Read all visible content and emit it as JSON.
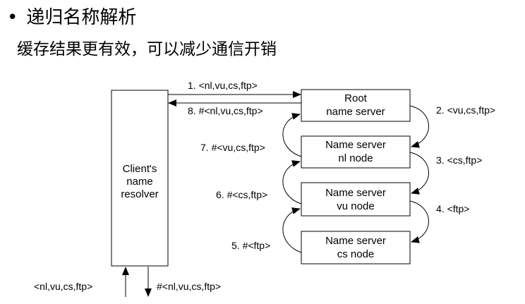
{
  "heading": {
    "bullet": "•",
    "title": "递归名称解析"
  },
  "subtitle": "缓存结果更有效，可以减少通信开销",
  "diagram": {
    "client": {
      "line1": "Client's",
      "line2": "name",
      "line3": "resolver"
    },
    "servers": [
      {
        "line1": "Root",
        "line2": "name server"
      },
      {
        "line1": "Name server",
        "line2": "nl node"
      },
      {
        "line1": "Name server",
        "line2": "vu node"
      },
      {
        "line1": "Name server",
        "line2": "cs node"
      }
    ],
    "labels": {
      "step1": "1. <nl,vu,cs,ftp>",
      "step2": "2. <vu,cs,ftp>",
      "step3": "3. <cs,ftp>",
      "step4": "4. <ftp>",
      "step5": "5. #<ftp>",
      "step6": "6. #<cs,ftp>",
      "step7": "7. #<vu,cs,ftp>",
      "step8": "8. #<nl,vu,cs,ftp>",
      "input": "<nl,vu,cs,ftp>",
      "output": "#<nl,vu,cs,ftp>"
    }
  }
}
